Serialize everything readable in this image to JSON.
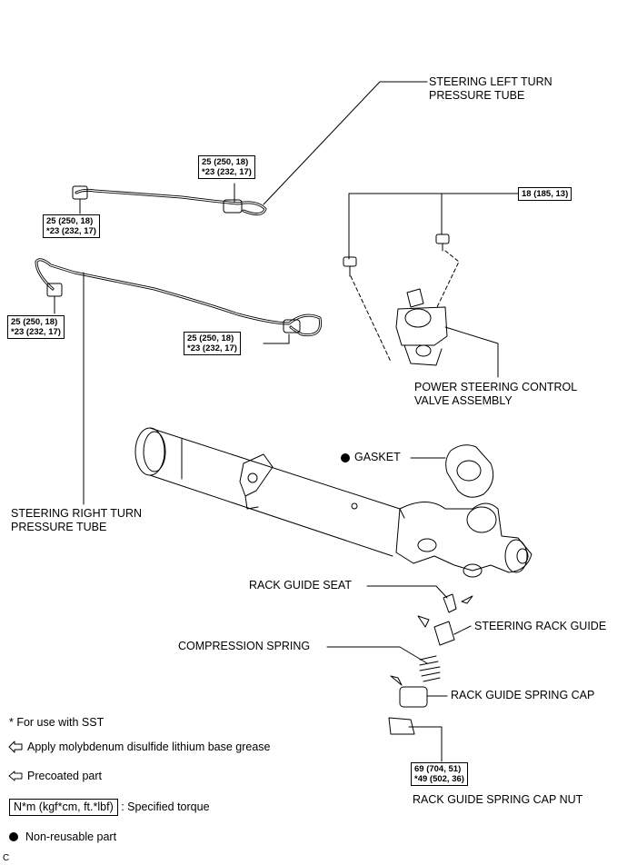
{
  "labels": {
    "left_tube": [
      "STEERING LEFT TURN",
      "PRESSURE TUBE"
    ],
    "right_tube": [
      "STEERING RIGHT TURN",
      "PRESSURE TUBE"
    ],
    "control_valve": [
      "POWER STEERING CONTROL",
      "VALVE ASSEMBLY"
    ],
    "gasket": "GASKET",
    "rack_guide_seat": "RACK GUIDE SEAT",
    "steering_rack_guide": "STEERING RACK GUIDE",
    "compression_spring": "COMPRESSION SPRING",
    "spring_cap": "RACK GUIDE SPRING CAP",
    "spring_cap_nut": "RACK GUIDE SPRING CAP NUT"
  },
  "torques": {
    "t1": [
      "25 (250, 18)",
      "*23 (232, 17)"
    ],
    "t2": [
      "25 (250, 18)",
      "*23 (232, 17)"
    ],
    "t3": [
      "25 (250, 18)",
      "*23 (232, 17)"
    ],
    "t4": [
      "25 (250, 18)",
      "*23 (232, 17)"
    ],
    "t5": "18 (185, 13)",
    "t6": [
      "69 (704, 51)",
      "*49 (502, 36)"
    ]
  },
  "legend": {
    "sst": "* For use with SST",
    "grease": "Apply molybdenum disulfide lithium base grease",
    "precoated": "Precoated part",
    "torque_box": "N*m (kgf*cm, ft.*lbf)",
    "torque_text": ": Specified torque",
    "nonreusable": "Non-reusable part"
  },
  "corner_code": "C"
}
